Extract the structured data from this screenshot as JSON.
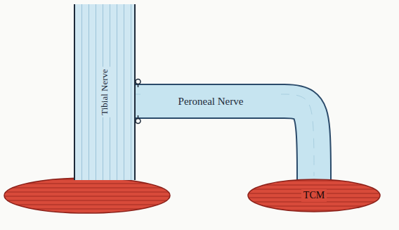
{
  "diagram": {
    "nodes": [
      {
        "text": [
          "Tibial Nerve"
        ]
      },
      {
        "text": [
          "Peroneal Nerve"
        ]
      },
      {
        "text": [
          "TCM"
        ]
      }
    ],
    "edges": [
      {
        "from": 1,
        "to": 0,
        "arrow": "none"
      },
      {
        "from": 1,
        "to": 2,
        "arrow": "none"
      }
    ]
  }
}
